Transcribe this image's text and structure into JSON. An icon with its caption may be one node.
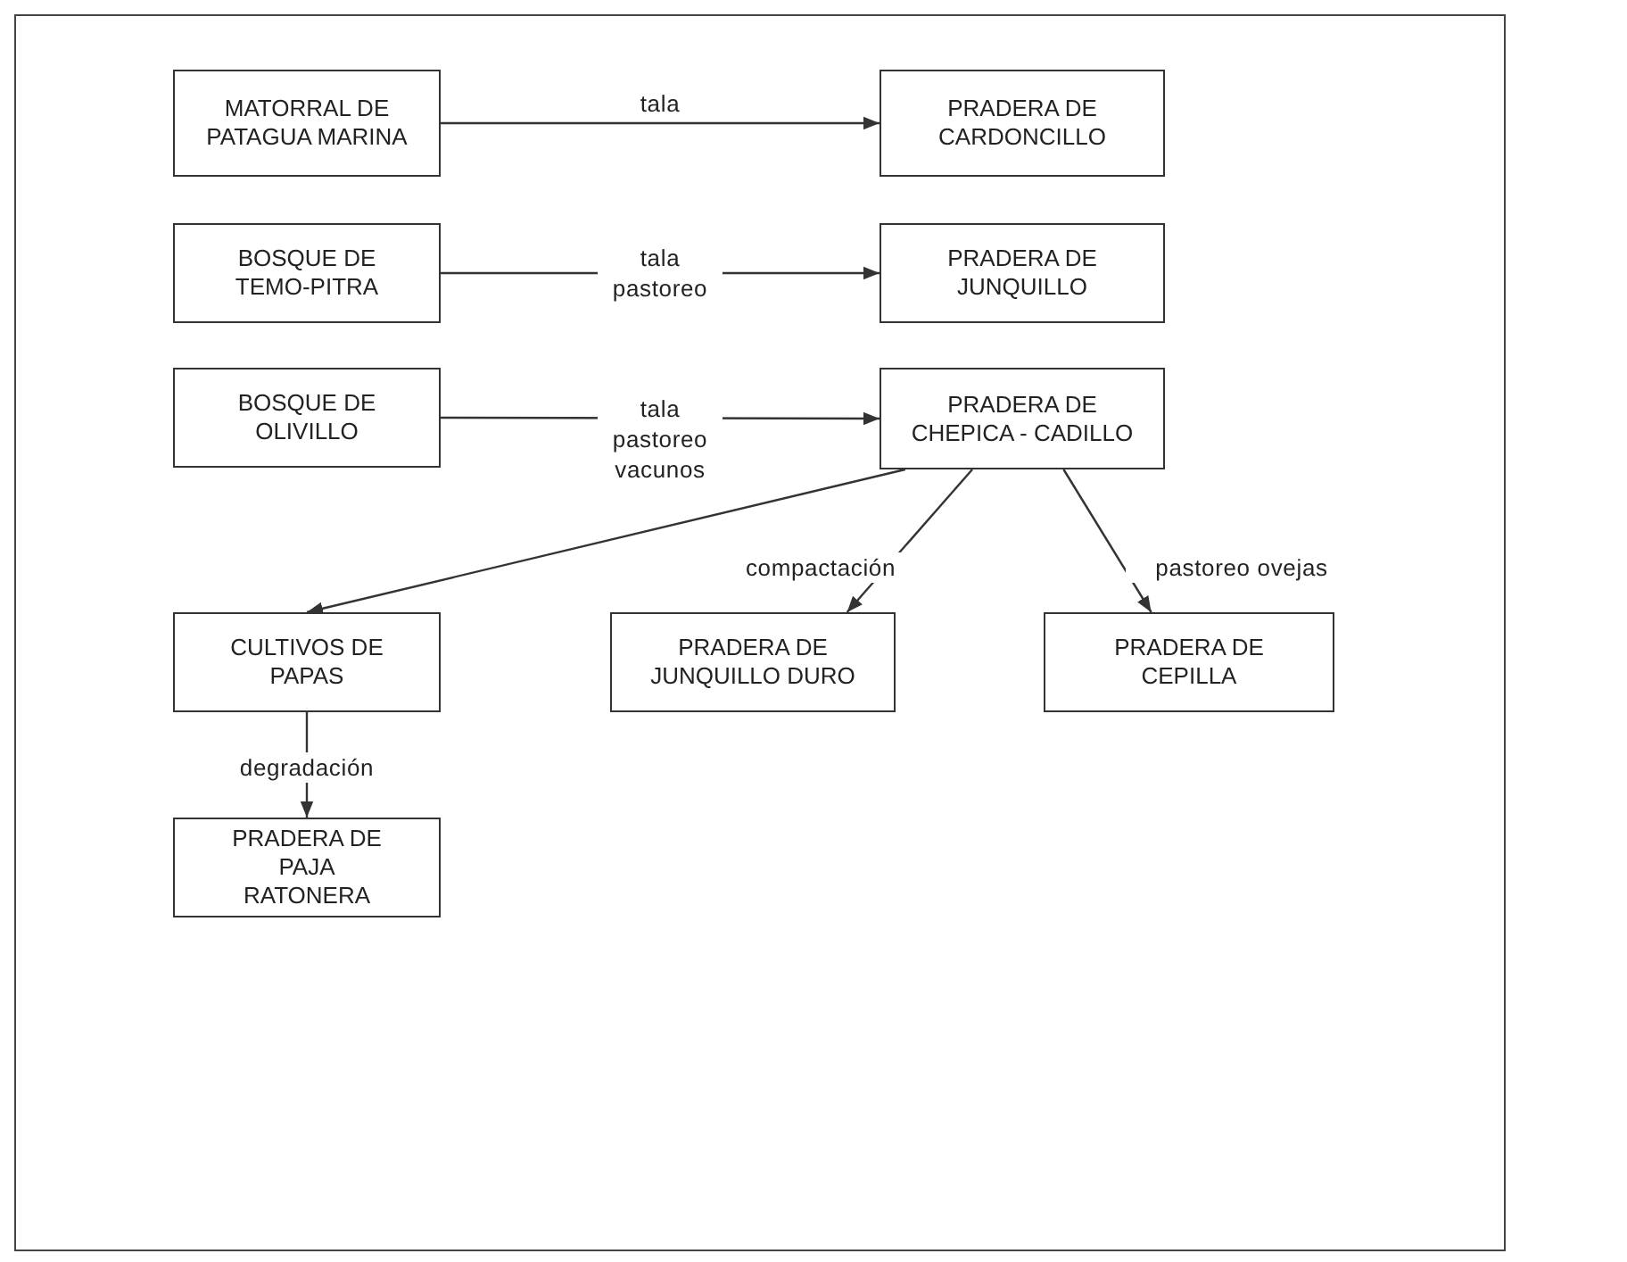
{
  "diagram": {
    "nodes": [
      {
        "text": [
          "MATORRAL DE PATAGUA MARINA"
        ]
      },
      {
        "text": [
          "PRADERA DE CARDONCILLO"
        ]
      },
      {
        "text": [
          "BOSQUE DE TEMO-PITRA"
        ]
      },
      {
        "text": [
          "PRADERA DE JUNQUILLO"
        ]
      },
      {
        "text": [
          "BOSQUE DE OLIVILLO"
        ]
      },
      {
        "text": [
          "PRADERA DE CHEPICA - CADILLO"
        ]
      },
      {
        "text": [
          "CULTIVOS DE PAPAS"
        ]
      },
      {
        "text": [
          "PRADERA DE JUNQUILLO DURO"
        ]
      },
      {
        "text": [
          "PRADERA DE CEPILLA"
        ]
      },
      {
        "text": [
          "PRADERA DE PAJA RATONERA"
        ]
      }
    ],
    "edges": [
      {
        "from": 0,
        "to": 1,
        "arrow": "to",
        "label": "tala"
      },
      {
        "from": 2,
        "to": 3,
        "arrow": "to",
        "label": "tala pastoreo"
      },
      {
        "from": 4,
        "to": 5,
        "arrow": "to",
        "label": "tala pastoreo vacunos"
      },
      {
        "from": 5,
        "to": 6,
        "arrow": "to"
      },
      {
        "from": 5,
        "to": 7,
        "arrow": "to",
        "label": "compactación"
      },
      {
        "from": 5,
        "to": 8,
        "arrow": "to",
        "label": "pastoreo ovejas"
      },
      {
        "from": 6,
        "to": 9,
        "arrow": "to",
        "label": "degradación"
      }
    ]
  }
}
